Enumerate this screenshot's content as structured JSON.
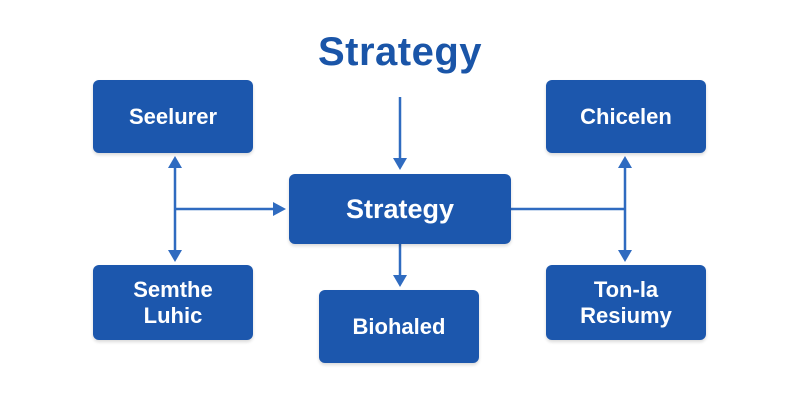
{
  "diagram": {
    "title": "Strategy",
    "nodes": {
      "seelurer": "Seelurer",
      "chicelen": "Chicelen",
      "strategy": "Strategy",
      "semthe": {
        "line1": "Semthe",
        "line2": "Luhic"
      },
      "biohaled": "Biohaled",
      "tonla": {
        "line1": "Ton-la",
        "line2": "Resiumy"
      }
    }
  },
  "colors": {
    "node_fill": "#1c57ad",
    "title_text": "#1a55a8",
    "connector": "#2f6bc0",
    "background": "#ffffff"
  }
}
